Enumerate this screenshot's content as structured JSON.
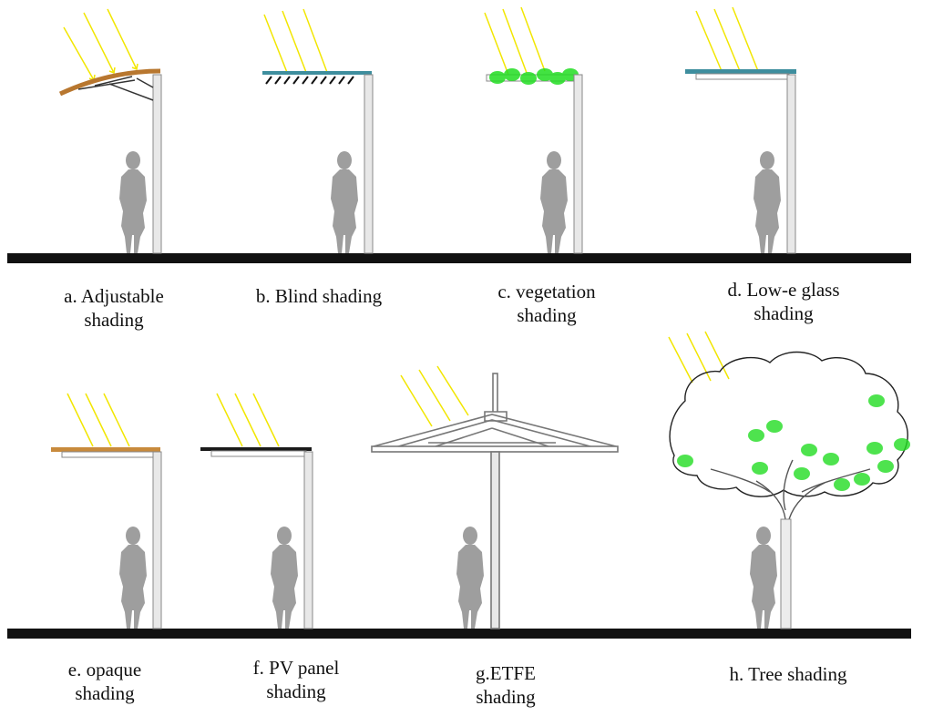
{
  "figure": {
    "panels": [
      {
        "id": "a",
        "lines": [
          "a. Adjustable",
          "shading"
        ]
      },
      {
        "id": "b",
        "lines": [
          "b. Blind shading"
        ]
      },
      {
        "id": "c",
        "lines": [
          "c. vegetation",
          "shading"
        ]
      },
      {
        "id": "d",
        "lines": [
          "d. Low-e glass",
          "shading"
        ]
      },
      {
        "id": "e",
        "lines": [
          "e. opaque",
          "shading"
        ]
      },
      {
        "id": "f",
        "lines": [
          "f. PV panel",
          "shading"
        ]
      },
      {
        "id": "g",
        "lines": [
          "g.ETFE",
          "shading"
        ]
      },
      {
        "id": "h",
        "lines": [
          "h. Tree shading"
        ]
      }
    ]
  },
  "colors": {
    "ground": "#111111",
    "pole": "#c8c8c8",
    "sun_ray": "#f2e600",
    "person": "#9e9e9e",
    "adjustable_canopy": "#b8772f",
    "glass": "#3e8e9e",
    "vegetation": "#22dd22",
    "opaque_panel": "#c88a3c",
    "pv_panel": "#1a1a1a"
  }
}
